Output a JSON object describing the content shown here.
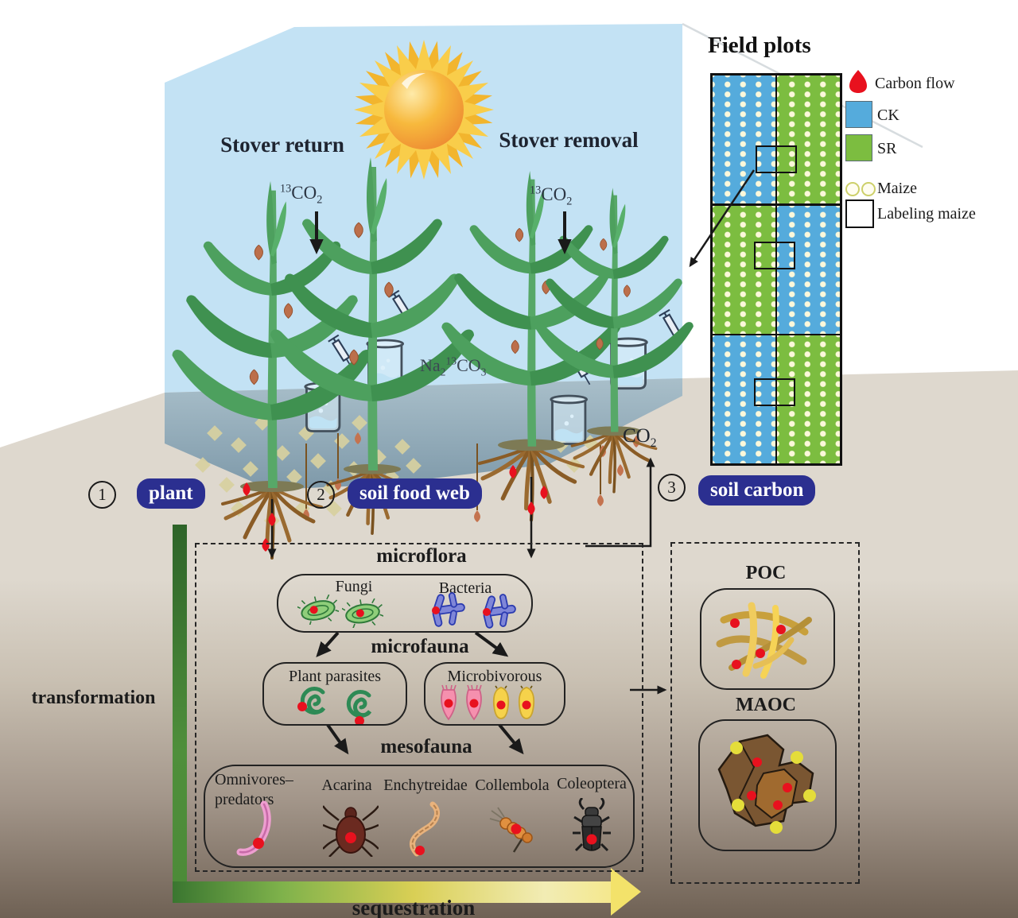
{
  "header": {
    "stover_return": "Stover return",
    "stover_removal": "Stover removal"
  },
  "chem": {
    "co2_left": {
      "sup": "13",
      "base": "CO",
      "sub": "2"
    },
    "co2_right": {
      "sup": "13",
      "base": "CO",
      "sub": "2"
    },
    "na2co3": {
      "base1": "Na",
      "sub1": "2",
      "sup": "13",
      "base2": "CO",
      "sub2": "3"
    },
    "co2_soil": {
      "base": "CO",
      "sub": "2"
    }
  },
  "field_plots": {
    "title": "Field plots",
    "legend": {
      "carbon_flow": "Carbon flow",
      "ck": "CK",
      "sr": "SR",
      "maize": "Maize",
      "labeling_maize": "Labeling maize"
    },
    "layout": [
      [
        "CK",
        "SR"
      ],
      [
        "SR",
        "CK"
      ],
      [
        "CK",
        "SR"
      ]
    ],
    "colors": {
      "ck": "#55abdc",
      "sr": "#7cbd40",
      "dot": "#fcf8da"
    }
  },
  "stages": {
    "s1": {
      "num": "1",
      "label": "plant"
    },
    "s2": {
      "num": "2",
      "label": "soil food web"
    },
    "s3": {
      "num": "3",
      "label": "soil carbon"
    }
  },
  "food_web": {
    "microflora": {
      "heading": "microflora",
      "fungi": "Fungi",
      "bacteria": "Bacteria"
    },
    "microfauna": {
      "heading": "microfauna",
      "plant_parasites": "Plant parasites",
      "microbivorous": "Microbivorous"
    },
    "mesofauna": {
      "heading": "mesofauna",
      "items": [
        "Omnivores–predators",
        "Acarina",
        "Enchytreidae",
        "Collembola",
        "Coleoptera"
      ]
    }
  },
  "soil_carbon": {
    "poc": "POC",
    "maoc": "MAOC"
  },
  "flows": {
    "vertical": "transformation",
    "horizontal": "sequestration"
  },
  "palette": {
    "sky": "#c3e2f4",
    "underground_top": "#a9bfca",
    "underground_bottom": "#7e99a9",
    "soil_top": "#ddd6cc",
    "soil_bottom": "#75675a",
    "navy": "#2b2f90",
    "carbon_red": "#e8111e",
    "leaf_green": "#4da05e",
    "bar_green": "#3a7630",
    "arrow_yellow": "#f3e26a"
  }
}
